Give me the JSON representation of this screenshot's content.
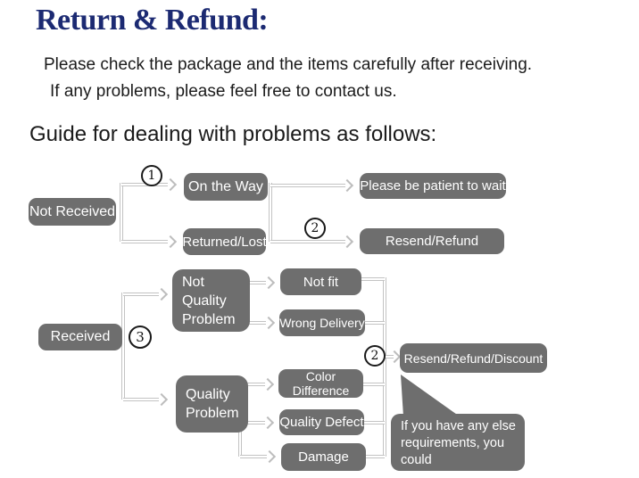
{
  "header": {
    "title": "Return & Refund:",
    "subtitle_line1": "Please check the package and the items carefully after receiving.",
    "subtitle_line2": "If any problems, please feel free to contact us.",
    "guide_heading": "Guide for dealing with problems as follows:"
  },
  "colors": {
    "title_navy": "#1c2a72",
    "box_gray": "#6e6e6e",
    "connector_gray": "#c3c3c3",
    "text_dark": "#1b1b1b"
  },
  "flowchart": {
    "nodes": {
      "not_received": "Not Received",
      "on_the_way": "On the Way",
      "returned_lost": "Returned/Lost",
      "please_wait": "Please be patient to wait",
      "resend_refund": "Resend/Refund",
      "received": "Received",
      "not_quality_problem": "Not\nQuality\nProblem",
      "not_fit": "Not fit",
      "wrong_delivery": "Wrong Delivery",
      "quality_problem": "Quality\nProblem",
      "color_difference": "Color Difference",
      "quality_defect": "Quality Defect",
      "damage": "Damage",
      "resend_refund_discount": "Resend/Refund/Discount"
    },
    "markers": {
      "step1": "1",
      "step2_top": "2",
      "step3": "3",
      "step2_bottom": "2"
    },
    "edges": [
      {
        "from": "Not Received",
        "to": "On the Way",
        "marker": "1"
      },
      {
        "from": "Not Received",
        "to": "Returned/Lost",
        "marker": ""
      },
      {
        "from": "On the Way",
        "to": "Please be patient to wait",
        "marker": ""
      },
      {
        "from": "Returned/Lost",
        "to": "Resend/Refund",
        "marker": "2"
      },
      {
        "from": "Received",
        "to": "Not Quality Problem",
        "marker": "3"
      },
      {
        "from": "Received",
        "to": "Quality Problem",
        "marker": "3"
      },
      {
        "from": "Not Quality Problem",
        "to": "Not fit",
        "marker": ""
      },
      {
        "from": "Not Quality Problem",
        "to": "Wrong Delivery",
        "marker": ""
      },
      {
        "from": "Quality Problem",
        "to": "Color Difference",
        "marker": ""
      },
      {
        "from": "Quality Problem",
        "to": "Quality Defect",
        "marker": ""
      },
      {
        "from": "Quality Problem",
        "to": "Damage",
        "marker": ""
      },
      {
        "from": "Not fit / Wrong Delivery / Color Difference / Quality Defect / Damage",
        "to": "Resend/Refund/Discount",
        "marker": "2"
      }
    ],
    "note_bubble": "If you have any else\nrequirements, you could\nalso tell us!"
  }
}
